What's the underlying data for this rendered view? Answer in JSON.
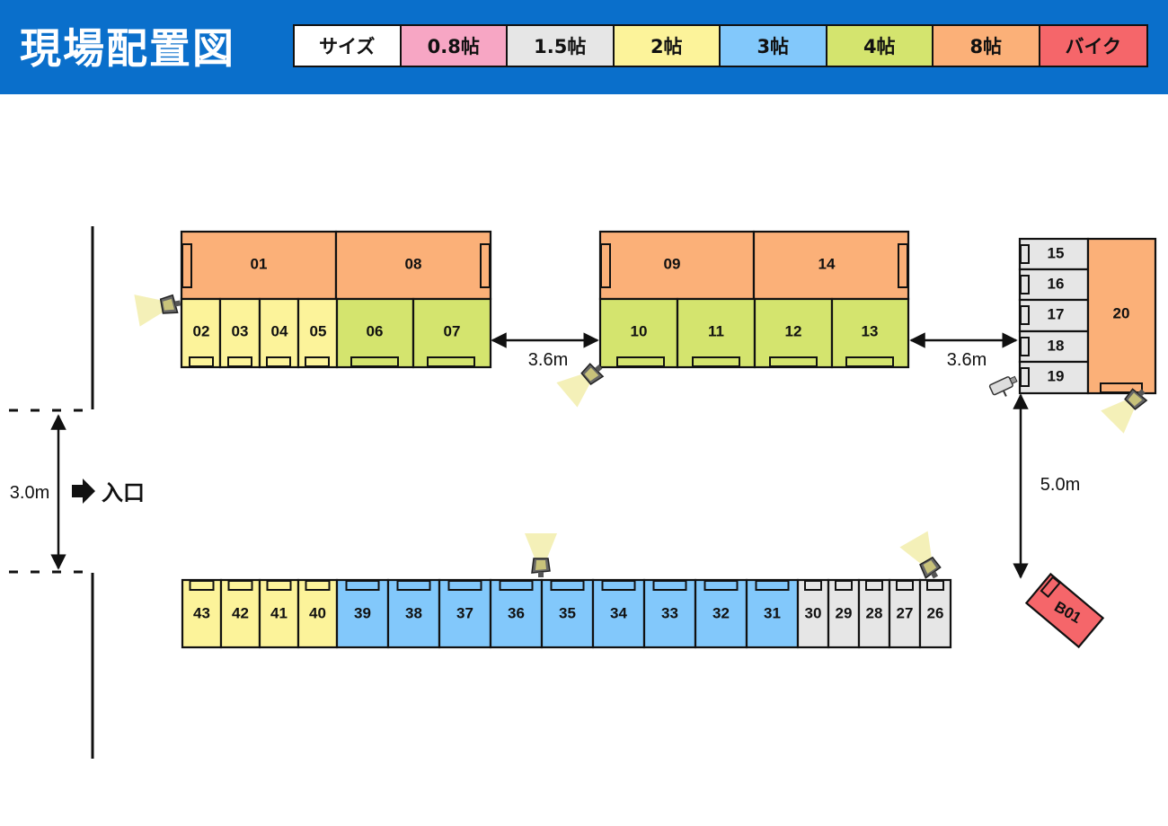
{
  "title": "現場配置図",
  "colors": {
    "header": "#0a6fcb",
    "size_0_8": "#f7a6c4",
    "size_1_5": "#e6e6e6",
    "size_2": "#fcf39a",
    "size_3": "#82c8fb",
    "size_4": "#d4e46e",
    "size_8": "#fbb078",
    "bike": "#f5666a"
  },
  "legend": [
    {
      "key": "size",
      "label": "サイズ",
      "color": "#ffffff"
    },
    {
      "key": "s08",
      "label": "0.8帖",
      "color": "#f7a6c4"
    },
    {
      "key": "s15",
      "label": "1.5帖",
      "color": "#e6e6e6"
    },
    {
      "key": "s2",
      "label": "2帖",
      "color": "#fcf39a"
    },
    {
      "key": "s3",
      "label": "3帖",
      "color": "#82c8fb"
    },
    {
      "key": "s4",
      "label": "4帖",
      "color": "#d4e46e"
    },
    {
      "key": "s8",
      "label": "8帖",
      "color": "#fbb078"
    },
    {
      "key": "bike",
      "label": "バイク",
      "color": "#f5666a"
    }
  ],
  "units": {
    "block_a_top": [
      "01",
      "08"
    ],
    "block_a_bottom": [
      "02",
      "03",
      "04",
      "05",
      "06",
      "07"
    ],
    "block_b_top": [
      "09",
      "14"
    ],
    "block_b_bottom": [
      "10",
      "11",
      "12",
      "13"
    ],
    "block_c_left": [
      "15",
      "16",
      "17",
      "18",
      "19"
    ],
    "block_c_right": "20",
    "row_bottom": [
      "43",
      "42",
      "41",
      "40",
      "39",
      "38",
      "37",
      "36",
      "35",
      "34",
      "33",
      "32",
      "31",
      "30",
      "29",
      "28",
      "27",
      "26"
    ],
    "bike": "B01"
  },
  "dimensions": {
    "gap_ab": "3.6m",
    "gap_bc": "3.6m",
    "vertical": "5.0m",
    "entrance_width": "3.0m"
  },
  "entrance_label": "入口",
  "icons": [
    "spotlight-icon",
    "security-camera-icon",
    "arrow-right-icon"
  ]
}
